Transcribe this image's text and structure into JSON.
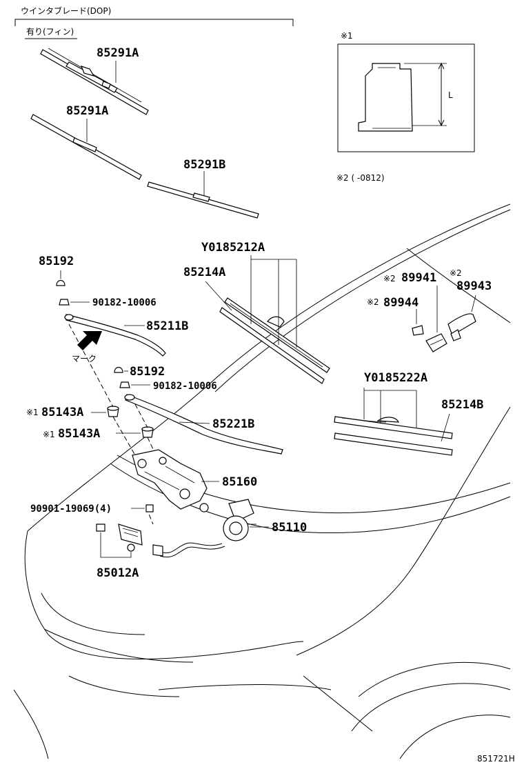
{
  "header": {
    "group_title": "ウインタブレード(DOP)",
    "subgroup_title": "有り(フィン)"
  },
  "callouts": {
    "note1_mark": "※1",
    "dimension_label": "L",
    "note2_text": "※2 (     -0812)",
    "mark_label": "マーク"
  },
  "parts": {
    "p85291A_top": "85291A",
    "p85291A_mid": "85291A",
    "p85291B": "85291B",
    "p85192_top": "85192",
    "p90182_top": "90182-10006",
    "p85211B": "85211B",
    "p85192_mid": "85192",
    "p90182_mid": "90182-10006",
    "p85143A_1": "85143A",
    "p85143A_1_mark": "※1",
    "p85143A_2": "85143A",
    "p85143A_2_mark": "※1",
    "p85221B": "85221B",
    "p85160": "85160",
    "p90901": "90901-19069(4)",
    "p85110": "85110",
    "p85012A": "85012A",
    "p85212A": "Y0185212A",
    "p85214A": "85214A",
    "p89941": "89941",
    "p89941_mark": "※2",
    "p89943": "89943",
    "p89943_mark": "※2",
    "p89944": "89944",
    "p89944_mark": "※2",
    "p85222A": "Y0185222A",
    "p85214B": "85214B"
  },
  "footer": {
    "figure_code": "851721H"
  },
  "colors": {
    "line": "#000000",
    "background": "#ffffff"
  }
}
